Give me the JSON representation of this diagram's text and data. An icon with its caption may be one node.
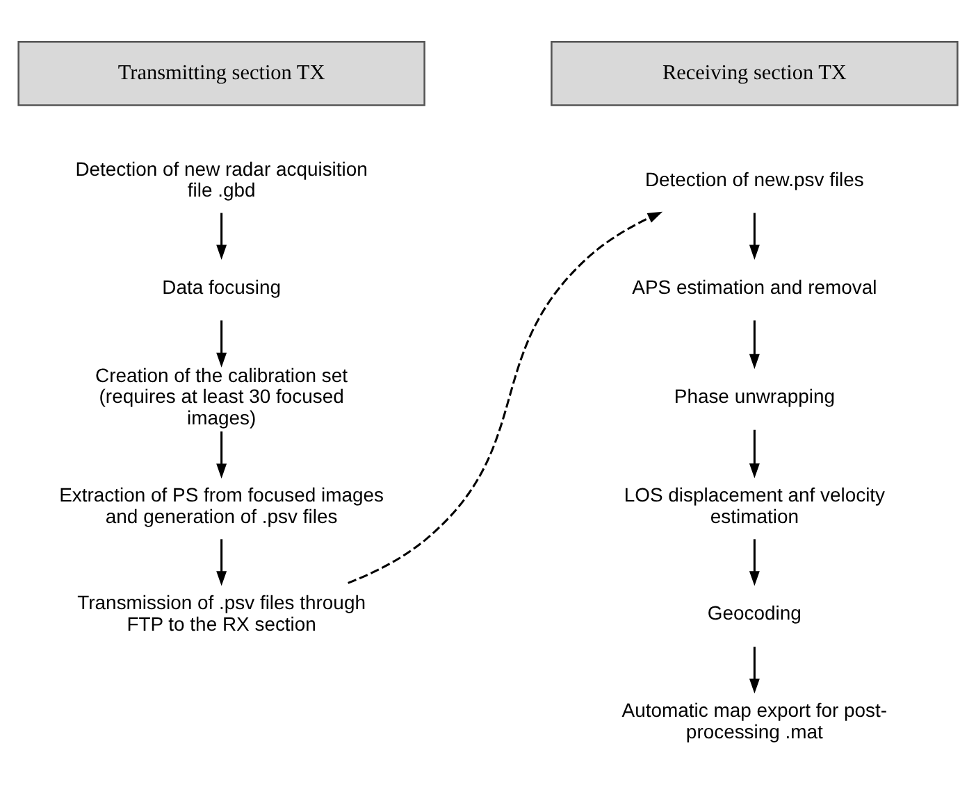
{
  "diagram": {
    "nodes": [
      {
        "text": [
          "Transmitting section TX"
        ]
      },
      {
        "text": [
          "Receiving section TX"
        ]
      },
      {
        "text": [
          "Detection of new radar acquisition file .gbd"
        ]
      },
      {
        "text": [
          "Data focusing"
        ]
      },
      {
        "text": [
          "Creation of the calibration set (requires at least 30 focused images)"
        ]
      },
      {
        "text": [
          "Extraction of PS from focused images and generation of .psv files"
        ]
      },
      {
        "text": [
          "Transmission of .psv files through FTP to the RX section"
        ]
      },
      {
        "text": [
          "Detection of new.psv files"
        ]
      },
      {
        "text": [
          "APS estimation and removal"
        ]
      },
      {
        "text": [
          "Phase unwrapping"
        ]
      },
      {
        "text": [
          "LOS displacement anf velocity estimation"
        ]
      },
      {
        "text": [
          "Geocoding"
        ]
      },
      {
        "text": [
          "Automatic map export for post-processing .mat"
        ]
      }
    ],
    "edges": [
      {
        "from": 2,
        "to": 3,
        "arrow": "to"
      },
      {
        "from": 3,
        "to": 4,
        "arrow": "to"
      },
      {
        "from": 4,
        "to": 5,
        "arrow": "to"
      },
      {
        "from": 5,
        "to": 6,
        "arrow": "to"
      },
      {
        "from": 6,
        "to": 7,
        "arrow": "to",
        "style": "dashed"
      },
      {
        "from": 7,
        "to": 8,
        "arrow": "to"
      },
      {
        "from": 8,
        "to": 9,
        "arrow": "to"
      },
      {
        "from": 9,
        "to": 10,
        "arrow": "to"
      },
      {
        "from": 10,
        "to": 11,
        "arrow": "to"
      },
      {
        "from": 11,
        "to": 12,
        "arrow": "to"
      }
    ]
  }
}
